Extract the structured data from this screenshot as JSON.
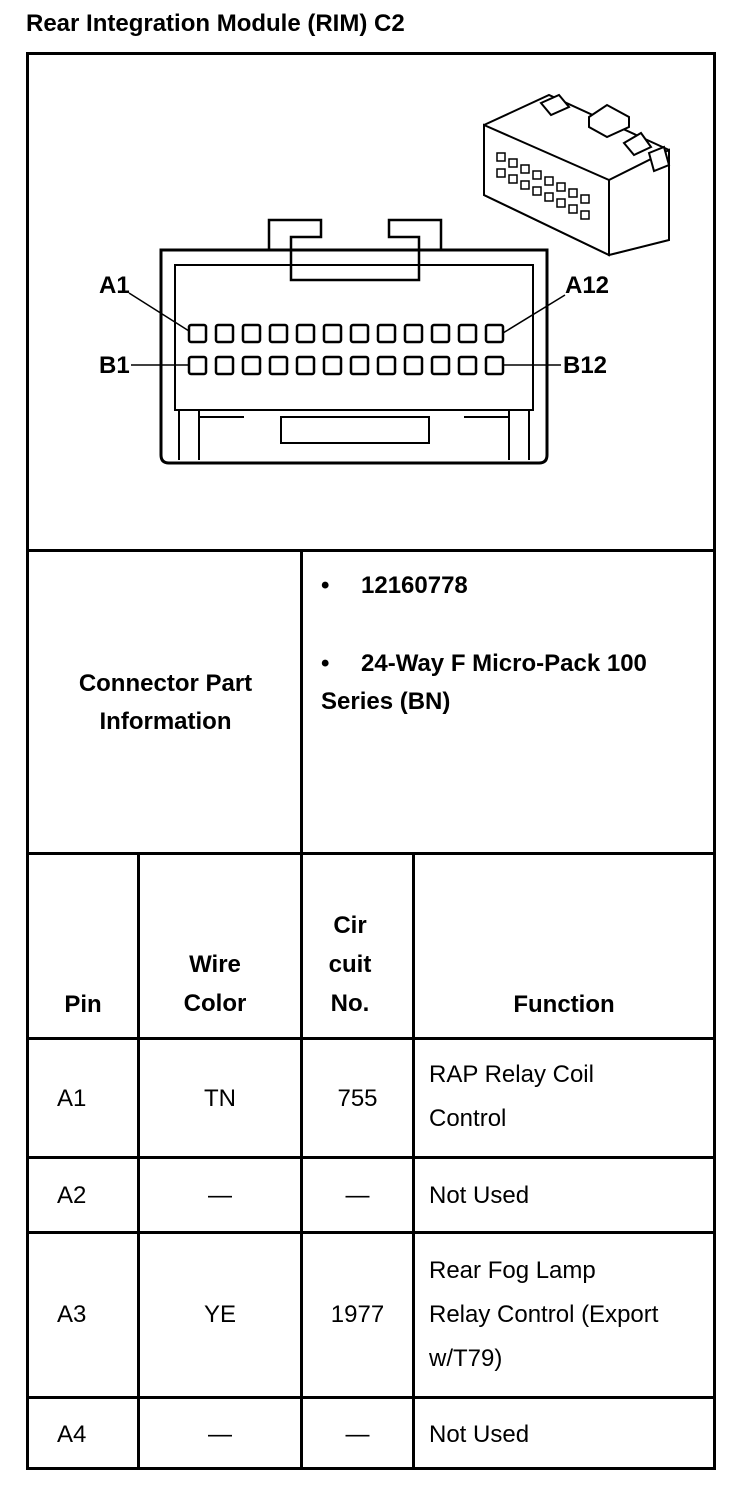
{
  "title": "Rear Integration Module (RIM) C2",
  "diagram": {
    "pin_labels": {
      "a_first": "A1",
      "a_last": "A12",
      "b_first": "B1",
      "b_last": "B12"
    }
  },
  "connector_info": {
    "label": "Connector Part Information",
    "items": [
      "12160778",
      "24-Way F Micro-Pack 100 Series (BN)"
    ]
  },
  "table": {
    "headers": {
      "pin": "Pin",
      "wire": "Wire Color",
      "circuit": "Cir cuit No.",
      "function": "Function"
    },
    "rows": [
      {
        "pin": "A1",
        "wire": "TN",
        "circuit": "755",
        "function": "RAP Relay Coil Control"
      },
      {
        "pin": "A2",
        "wire": "—",
        "circuit": "—",
        "function": "Not Used"
      },
      {
        "pin": "A3",
        "wire": "YE",
        "circuit": "1977",
        "function": "Rear Fog Lamp Relay Control (Export w/T79)"
      },
      {
        "pin": "A4",
        "wire": "—",
        "circuit": "—",
        "function": "Not Used"
      }
    ]
  }
}
